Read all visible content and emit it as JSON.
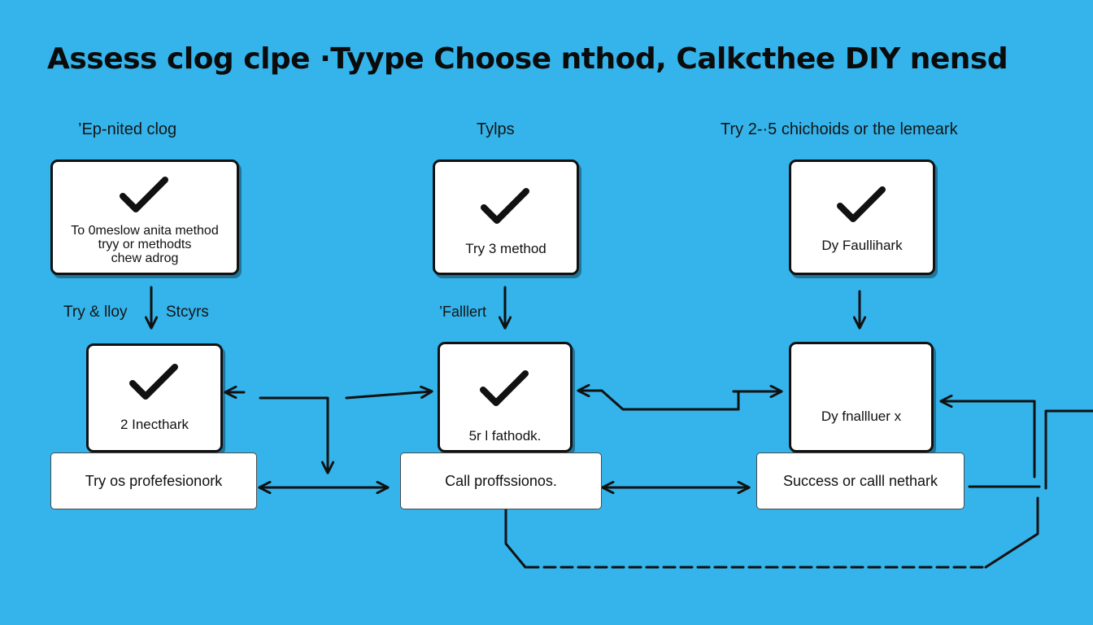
{
  "title": "Assess clog clpe ·Tyype Choose nthod, Calkcthee DIY nensd",
  "columns": [
    {
      "label": "’Ep-nited clog"
    },
    {
      "label": "Tylps"
    },
    {
      "label": "Try 2-·5 chichoids or the lemeark"
    }
  ],
  "top_cards": [
    {
      "lines": [
        "To 0meslow anita method",
        "tryy or methodts",
        "chew adrog"
      ]
    },
    {
      "lines": [
        "Try 3 method"
      ]
    },
    {
      "lines": [
        "Dy Faullihark"
      ]
    }
  ],
  "step_labels": [
    {
      "text": "Try & lloy"
    },
    {
      "text": "Stcyrs"
    },
    {
      "text": "’Falllert"
    }
  ],
  "mid_cards": [
    {
      "lines": [
        "2 Inecthark"
      ]
    },
    {
      "lines": [
        "5r l fathodk."
      ]
    },
    {
      "lines": [
        "Dy fnallluer x"
      ]
    }
  ],
  "bottom_boxes": [
    {
      "label": "Try os profefesionork"
    },
    {
      "label": "Call proffssionos."
    },
    {
      "label": "Success or calll nethark"
    }
  ],
  "colors": {
    "background": "#34b4ea",
    "ink": "#111111",
    "card": "#ffffff"
  },
  "icons": [
    "checkmark-icon",
    "arrow-down-icon",
    "arrow-left-icon",
    "arrow-right-icon",
    "double-arrow-icon"
  ]
}
